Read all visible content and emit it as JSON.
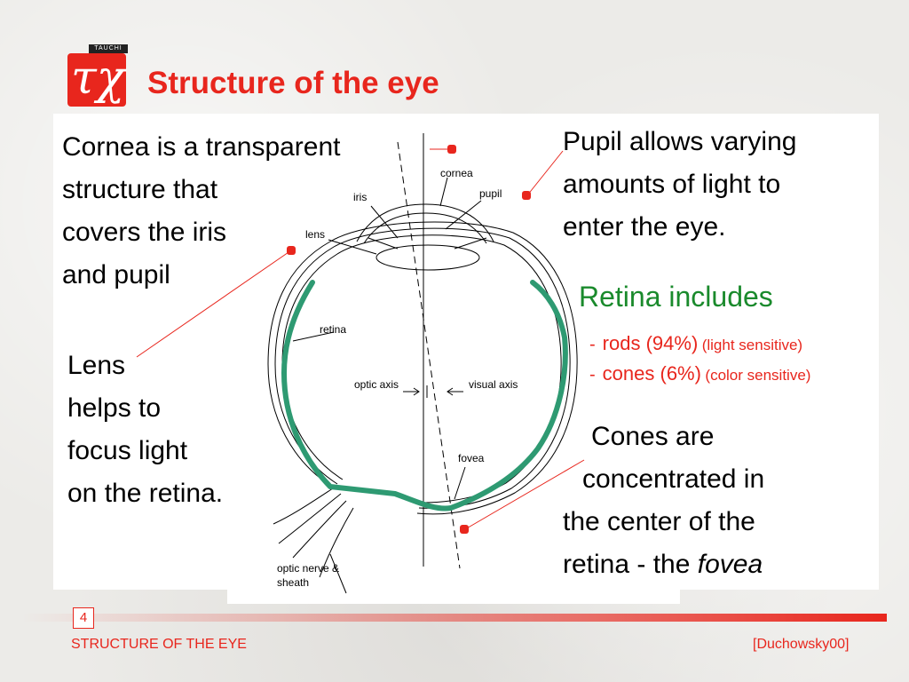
{
  "slide": {
    "title": "Structure of the  eye",
    "logo_tag": "TAUCHI",
    "logo_glyph": "τχ"
  },
  "callouts": {
    "cornea": [
      "Cornea is a transparent",
      "structure that",
      "covers the iris",
      "and pupil"
    ],
    "pupil": [
      "Pupil allows varying",
      "amounts of light to",
      "enter the eye."
    ],
    "lens": [
      "Lens",
      "helps to",
      "focus light",
      "on the retina."
    ],
    "cones": [
      "Cones are",
      "concentrated in",
      "the center of the",
      "retina - the "
    ],
    "cones_emphasis": "fovea"
  },
  "retina": {
    "heading": "Retina includes",
    "items": [
      {
        "dash": "-",
        "main": "rods (94%)",
        "sub": "(light sensitive)"
      },
      {
        "dash": "-",
        "main": "cones (6%)",
        "sub": "(color sensitive)"
      }
    ]
  },
  "diagram_labels": {
    "cornea": "cornea",
    "pupil": "pupil",
    "iris": "iris",
    "lens": "lens",
    "retina": "retina",
    "optic_axis": "optic axis",
    "visual_axis": "visual axis",
    "fovea": "fovea",
    "optic_nerve_1": "optic nerve &",
    "optic_nerve_2": "sheath"
  },
  "footer": {
    "page_number": "4",
    "left": "STRUCTURE OF THE EYE",
    "right": "[Duchowsky00]"
  },
  "colors": {
    "accent_red": "#e8261d",
    "retina_green": "#2e9a72",
    "heading_green": "#1a8a2c"
  }
}
